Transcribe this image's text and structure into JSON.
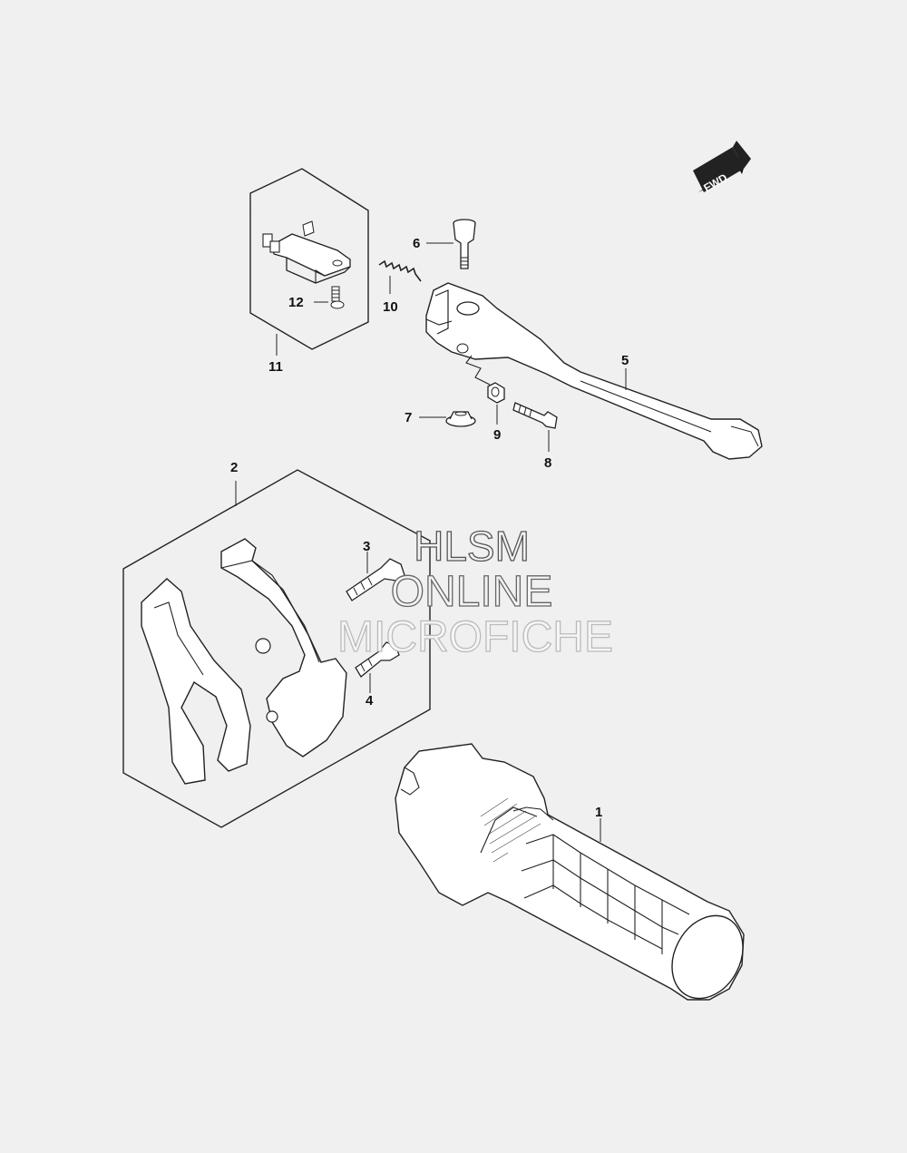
{
  "diagram": {
    "fwd_label": "FWD",
    "callouts": [
      "1",
      "2",
      "3",
      "4",
      "5",
      "6",
      "7",
      "8",
      "9",
      "10",
      "11",
      "12"
    ],
    "watermark": [
      "HLSM",
      "ONLINE",
      "MICROFICHE"
    ]
  }
}
